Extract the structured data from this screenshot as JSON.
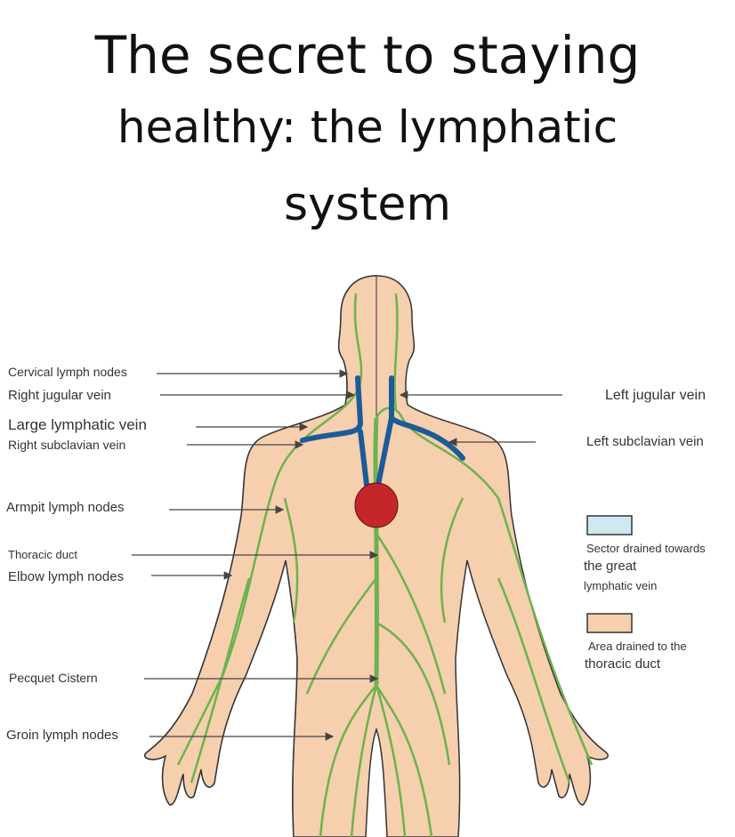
{
  "title": {
    "line1": "The secret to staying",
    "line2": "healthy: the lymphatic",
    "line3": "system"
  },
  "labels_left": {
    "cervical": "Cervical lymph nodes",
    "right_jugular": "Right jugular vein",
    "large_lymphatic": "Large lymphatic vein",
    "right_subclavian": "Right subclavian vein",
    "armpit": "Armpit lymph nodes",
    "thoracic_duct": "Thoracic duct",
    "elbow": "Elbow lymph nodes",
    "pecquet": "Pecquet Cistern",
    "groin": "Groin lymph nodes"
  },
  "labels_right": {
    "left_jugular": "Left jugular vein",
    "left_subclavian": "Left subclavian vein"
  },
  "legend": {
    "blue_line1": "Sector drained towards",
    "blue_line2": "the great",
    "blue_line3": "lymphatic vein",
    "peach_line1": "Area drained to the",
    "peach_line2": "thoracic duct"
  },
  "colors": {
    "blue_region": "#cfe9f2",
    "peach_region": "#f6cfae",
    "lymph_green": "#6cb24e",
    "vein_blue": "#1c5b98",
    "heart_red": "#c4262a"
  }
}
